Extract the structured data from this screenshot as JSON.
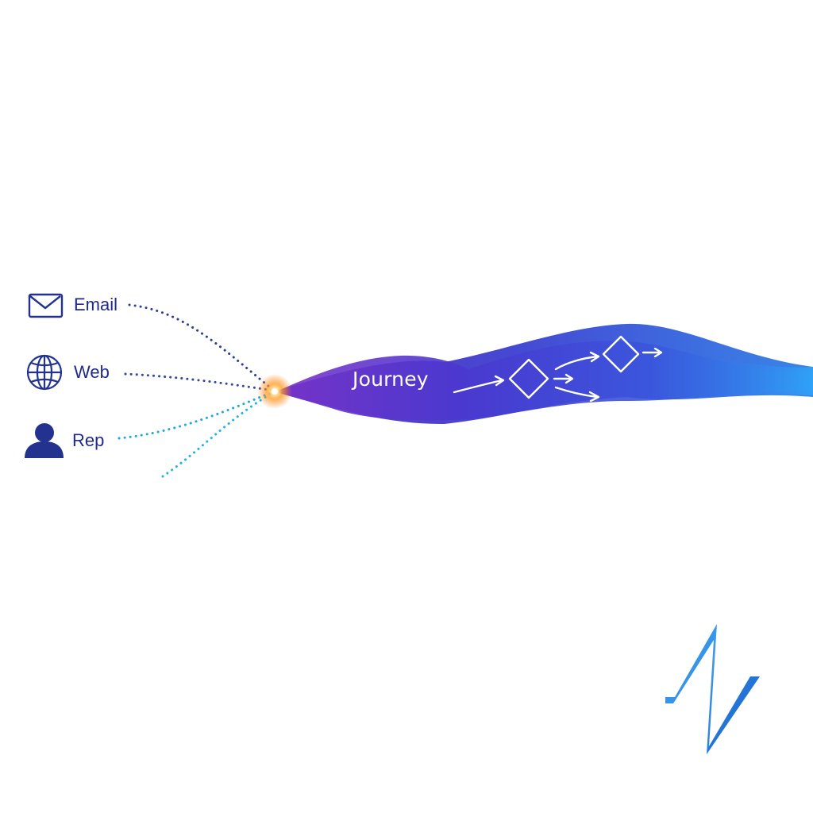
{
  "channels": [
    {
      "key": "email",
      "label": "Email",
      "icon": "envelope-icon"
    },
    {
      "key": "web",
      "label": "Web",
      "icon": "globe-icon"
    },
    {
      "key": "rep",
      "label": "Rep",
      "icon": "person-icon"
    }
  ],
  "journey": {
    "label": "Journey",
    "decision_icon": "diamond-icon",
    "arrow_icon": "arrow-right-icon"
  },
  "logo": {
    "icon": "zigzag-logo-icon"
  },
  "colors": {
    "label_text": "#1f2a8a",
    "icon_fill": "#23328f",
    "ribbon_start": "#6a2fc4",
    "ribbon_mid": "#3a3fd6",
    "ribbon_end": "#2f8ff0",
    "glow": "#ff9a1f",
    "dots_top": "#2a3a9a",
    "dots_bottom": "#1fb0e0",
    "logo": "#2f8fe8"
  }
}
